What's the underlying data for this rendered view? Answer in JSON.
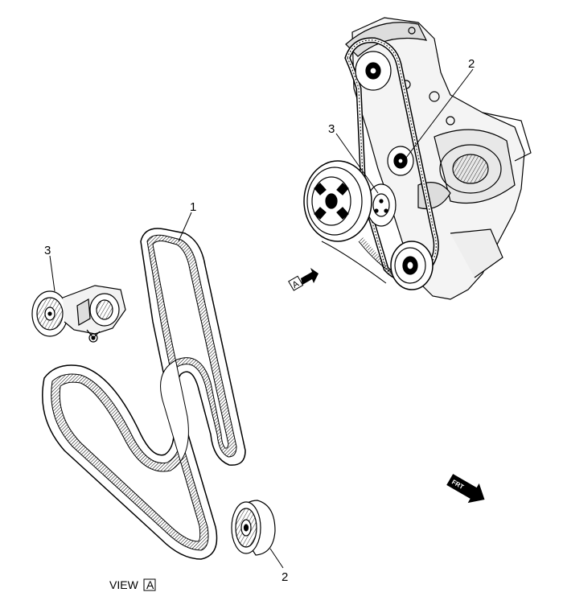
{
  "callouts": {
    "belt": "1",
    "idler_pulley": "2",
    "tensioner": "3",
    "engine_idler": "2",
    "engine_tensioner": "3"
  },
  "view_label": {
    "word": "VIEW",
    "letter": "A"
  },
  "direction_marker": {
    "letter": "A"
  },
  "front_arrow": {
    "text": "FRT"
  }
}
